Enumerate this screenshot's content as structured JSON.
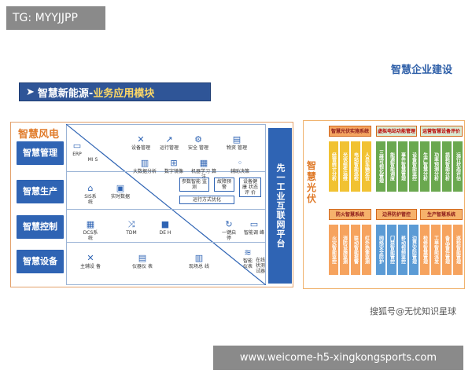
{
  "badge": "TG: MYYJJPP",
  "corp_title": "智慧企业建设",
  "banner": {
    "arrow": "➤",
    "part1": "智慧新能源-",
    "part2": "业务应用模块"
  },
  "wind": {
    "title": "智慧风电",
    "side_buttons": [
      "智慧管理",
      "智慧生产",
      "智慧控制",
      "智慧设备"
    ],
    "platform": "先一工业互联网平台",
    "row1": [
      "ERP",
      "MI S",
      "设备管理",
      "运行管理",
      "安全 管理",
      "物资 管理",
      "大数据分析",
      "数字镜像",
      "机器学习 算法",
      "辅助决策"
    ],
    "row2": [
      "参数智能 监测",
      "故障预 警",
      "设备健 康 状态评 价",
      "SIS系 统",
      "实时数据",
      "运行方式优化"
    ],
    "row3": [
      "DCS系 统",
      "TDM",
      "DE H",
      "一键启 停",
      "智能调 峰"
    ],
    "row4": [
      "主辅设 备",
      "仪器仪 表",
      "现场总 线",
      "智能 仪表",
      "在线 状测 试器"
    ]
  },
  "pv": {
    "label": "智慧光伏",
    "headers_top": [
      "智慧光伏实施系统",
      "虚拟电站功能管理",
      "运营智慧设备评价"
    ],
    "headers_mid": [
      "防火智慧系统",
      "边界防护管控",
      "生产智慧系统"
    ],
    "cols_top": [
      "经营统计分析",
      "光伏组件运维",
      "电站智能巡检",
      "人员车辆定位",
      "三维可视化管理",
      "能源智能调度",
      "事件智慧管理",
      "设备智能监控",
      "生产智慧分析",
      "功率预测分析",
      "损耗智能分析",
      "运行状态评估"
    ],
    "cols_bot": [
      "火灾智能监控",
      "消防设施监测",
      "联动智能报警",
      "红外热像监测",
      "网络安全防护",
      "门禁智能管控",
      "移动视频监控",
      "边界安防管理",
      "检修智慧管理",
      "工单智能派发",
      "备品备件管理",
      "巡检智能管理"
    ]
  },
  "watermark": "搜狐号@无忧知识星球",
  "url": "www.weicome-h5-xingkongsports.com"
}
